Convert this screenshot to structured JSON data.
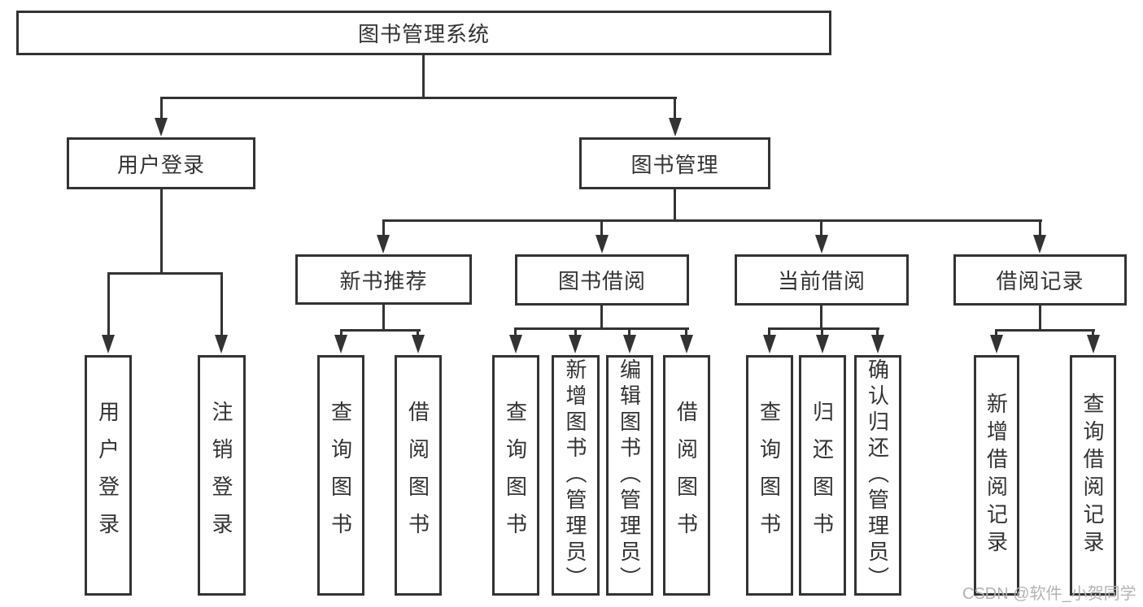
{
  "nodes": {
    "root": "图书管理系统",
    "user_login": "用户登录",
    "book_mgmt": "图书管理",
    "new_book_rec": "新书推荐",
    "book_borrow": "图书借阅",
    "current_borrow": "当前借阅",
    "borrow_record": "借阅记录",
    "leaf_user_login": "用户登录",
    "leaf_logout": "注销登录",
    "leaf_query_book_newrec": "查询图书",
    "leaf_borrow_book_newrec": "借阅图书",
    "leaf_query_book_borrow": "查询图书",
    "leaf_add_book_admin": "新增图书（管理员）",
    "leaf_edit_book_admin": "编辑图书（管理员）",
    "leaf_borrow_book_borrow": "借阅图书",
    "leaf_query_book_current": "查询图书",
    "leaf_return_book": "归还图书",
    "leaf_confirm_return_admin": "确认归还（管理员）",
    "leaf_add_borrow_record": "新增借阅记录",
    "leaf_query_borrow_record": "查询借阅记录"
  },
  "hierarchy": {
    "图书管理系统": [
      "用户登录",
      "图书管理"
    ],
    "用户登录": [
      "用户登录",
      "注销登录"
    ],
    "图书管理": [
      "新书推荐",
      "图书借阅",
      "当前借阅",
      "借阅记录"
    ],
    "新书推荐": [
      "查询图书",
      "借阅图书"
    ],
    "图书借阅": [
      "查询图书",
      "新增图书（管理员）",
      "编辑图书（管理员）",
      "借阅图书"
    ],
    "当前借阅": [
      "查询图书",
      "归还图书",
      "确认归还（管理员）"
    ],
    "借阅记录": [
      "新增借阅记录",
      "查询借阅记录"
    ]
  },
  "watermark": "CSDN @软件_小贺同学",
  "colors": {
    "line": "#333333",
    "text": "#333333",
    "background": "#ffffff",
    "watermark": "#b3b3b3"
  }
}
